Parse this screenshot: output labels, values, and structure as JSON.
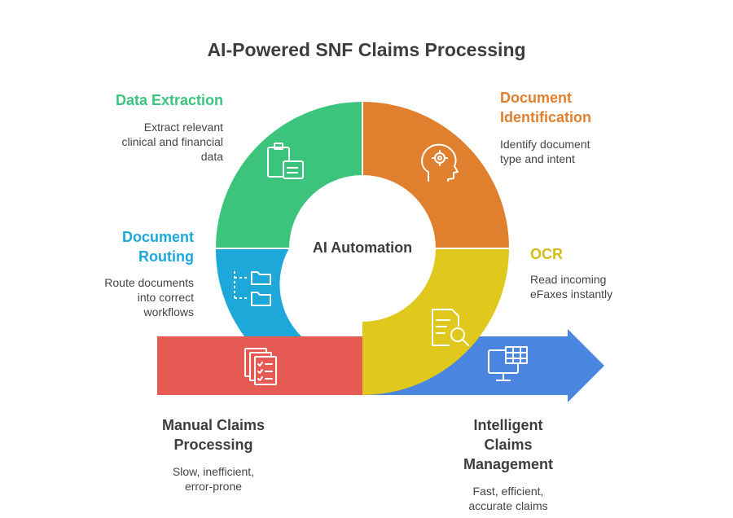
{
  "title": "AI-Powered SNF Claims Processing",
  "center_label": "AI Automation",
  "colors": {
    "data_extraction": "#3cc47c",
    "document_identification": "#e07f2e",
    "ocr": "#e0c81c",
    "document_routing": "#1ea7d9",
    "manual": "#e55a52",
    "intelligent": "#4a86e0"
  },
  "stages": {
    "data_extraction": {
      "title": "Data Extraction",
      "desc": [
        "Extract relevant",
        "clinical and financial",
        "data"
      ],
      "icon": "clipboard-documents-icon"
    },
    "document_identification": {
      "title": [
        "Document",
        "Identification"
      ],
      "desc": [
        "Identify document",
        "type and intent"
      ],
      "icon": "head-gear-icon"
    },
    "ocr": {
      "title": "OCR",
      "desc": [
        "Read incoming",
        "eFaxes instantly"
      ],
      "icon": "document-search-icon"
    },
    "document_routing": {
      "title": [
        "Document",
        "Routing"
      ],
      "desc": [
        "Route documents",
        "into correct",
        "workflows"
      ],
      "icon": "folder-tree-icon"
    }
  },
  "outcomes": {
    "manual": {
      "title": [
        "Manual Claims",
        "Processing"
      ],
      "desc": [
        "Slow, inefficient,",
        "error-prone"
      ],
      "icon": "checklist-documents-icon"
    },
    "intelligent": {
      "title": [
        "Intelligent",
        "Claims",
        "Management"
      ],
      "desc": [
        "Fast, efficient,",
        "accurate claims"
      ],
      "icon": "monitor-spreadsheet-icon"
    }
  }
}
